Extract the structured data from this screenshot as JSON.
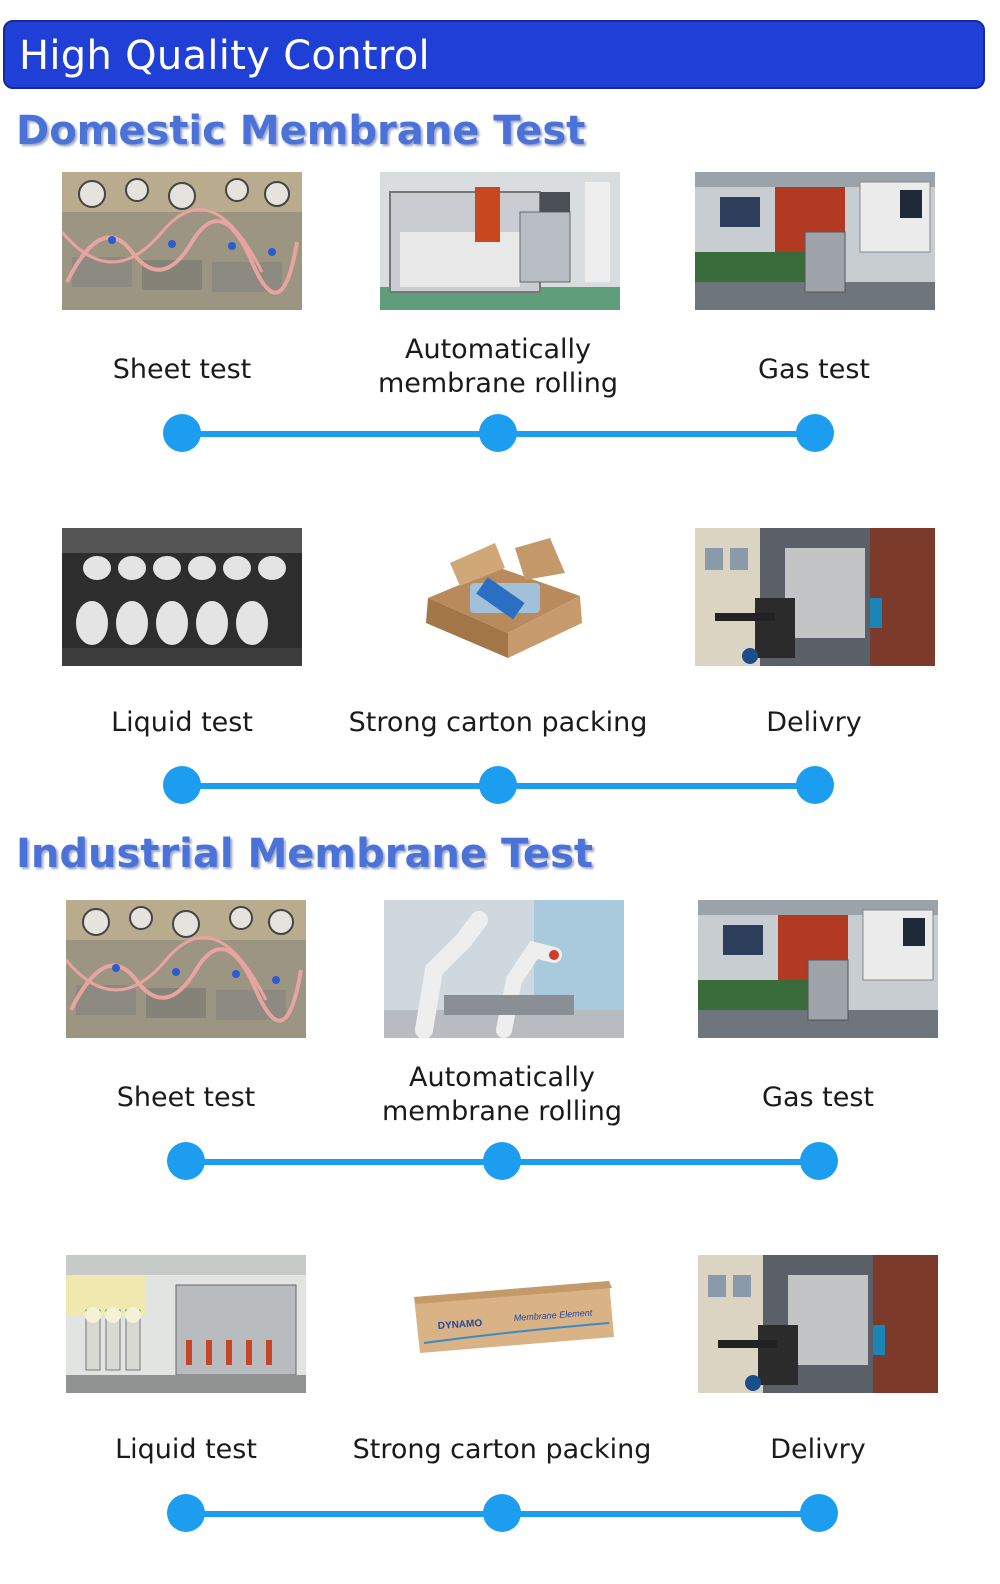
{
  "header": {
    "title": "High Quality Control"
  },
  "sections": [
    {
      "title": "Domestic Membrane Test",
      "steps": [
        {
          "label": "Sheet test"
        },
        {
          "label": "Automatically membrane rolling"
        },
        {
          "label": "Gas test"
        },
        {
          "label": "Liquid test"
        },
        {
          "label": "Strong carton packing"
        },
        {
          "label": "Delivry"
        }
      ]
    },
    {
      "title": "Industrial Membrane Test",
      "steps": [
        {
          "label": "Sheet test"
        },
        {
          "label": "Automatically membrane rolling"
        },
        {
          "label": "Gas test"
        },
        {
          "label": "Liquid test"
        },
        {
          "label": "Strong carton packing"
        },
        {
          "label": "Delivry"
        }
      ]
    }
  ],
  "product_box": {
    "brand": "DYNAMO",
    "text": "Membrane Element"
  },
  "colors": {
    "banner": "#1f3fd6",
    "section_title": "#4a72d8",
    "timeline": "#1c9df0"
  }
}
